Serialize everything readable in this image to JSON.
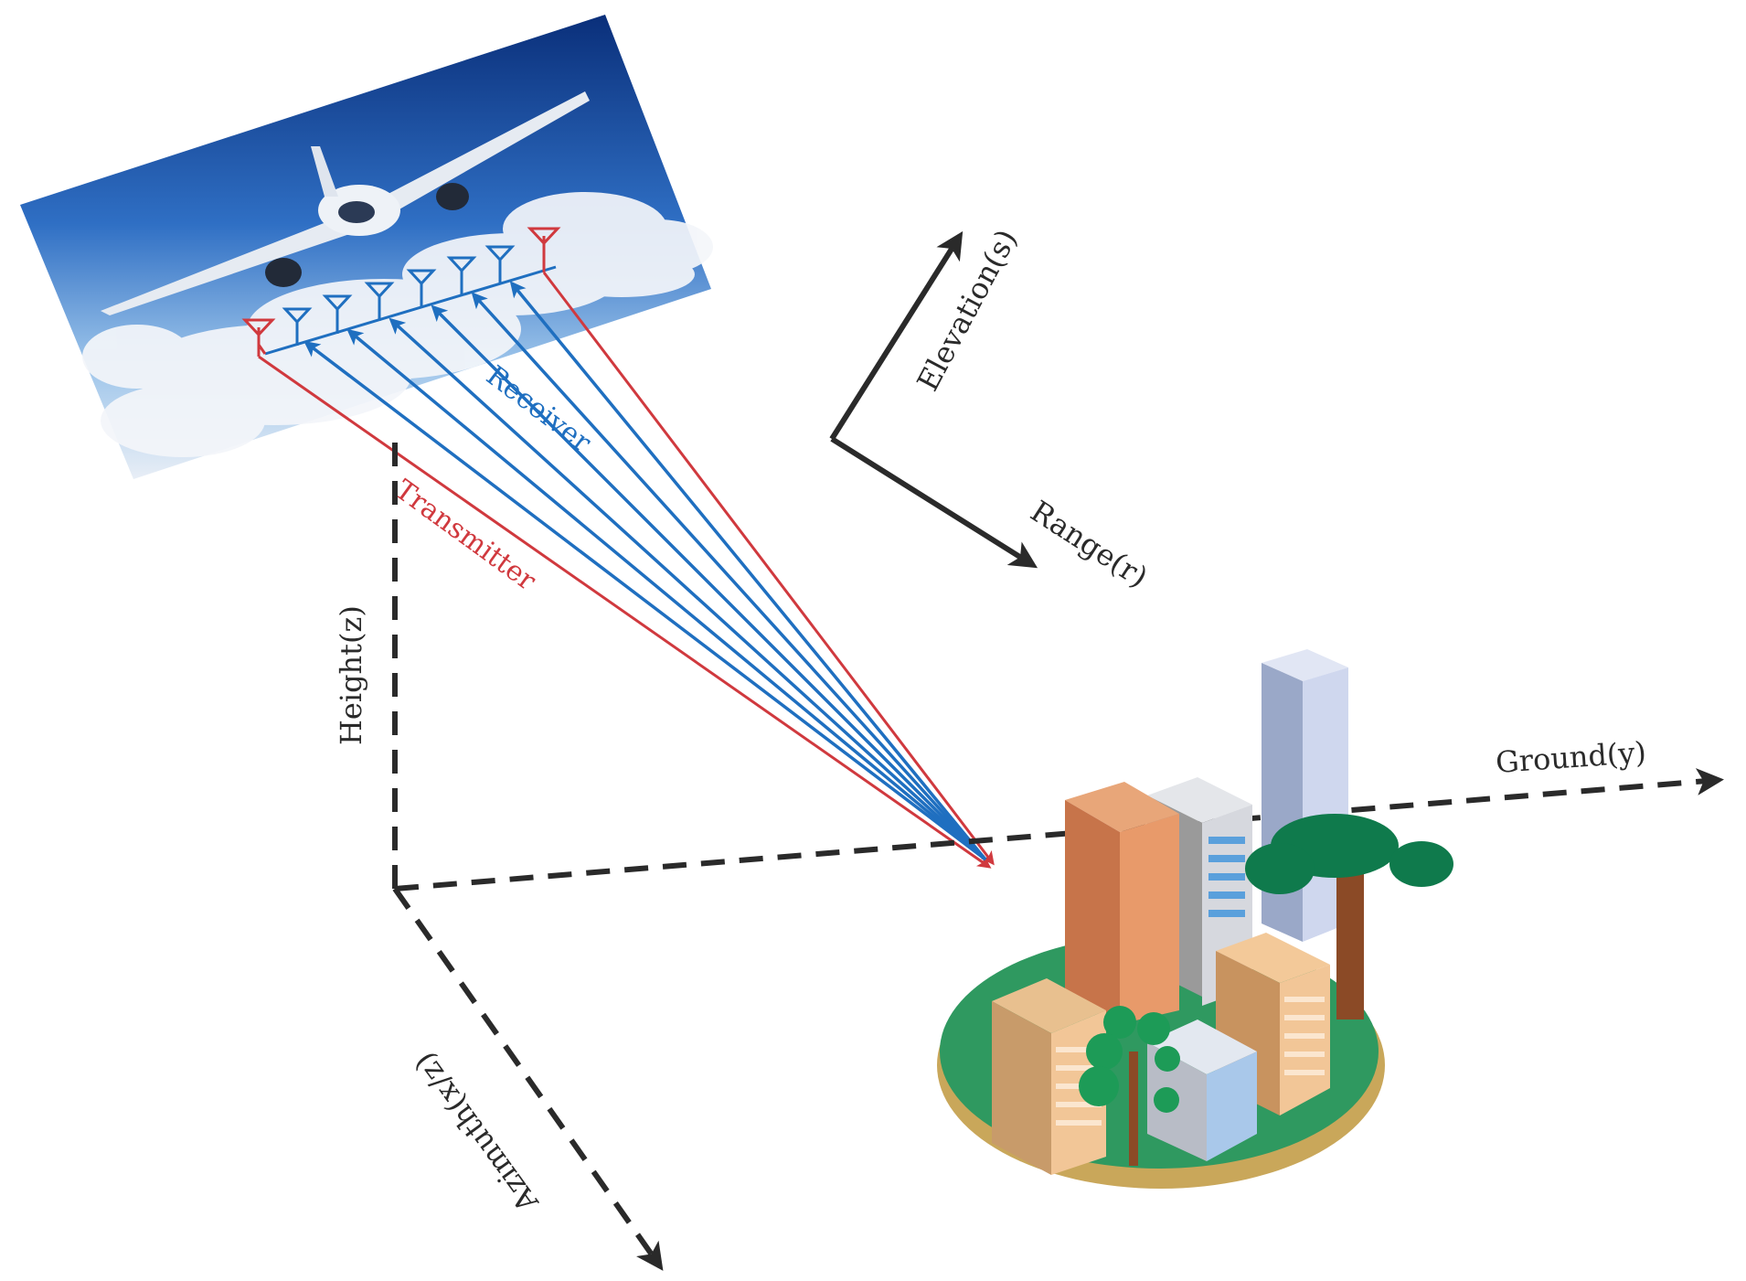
{
  "labels": {
    "elevation": "Elevation(s)",
    "range": "Range(r)",
    "receiver": "Receiver",
    "transmitter": "Transmitter",
    "height": "Height(z)",
    "ground": "Ground(y)",
    "azimuth": "Azimuth(x/z)"
  },
  "colors": {
    "receiver": "#1f6fc0",
    "transmitter": "#d0393e",
    "axes": "#2a2a2a",
    "sky_top": "#0a2f7a",
    "sky_bottom": "#4f8fd4",
    "grass": "#2f9960",
    "island_base": "#c9a75a"
  },
  "icons": [
    "airplane-photo",
    "antenna-icon",
    "city-island-illustration"
  ]
}
